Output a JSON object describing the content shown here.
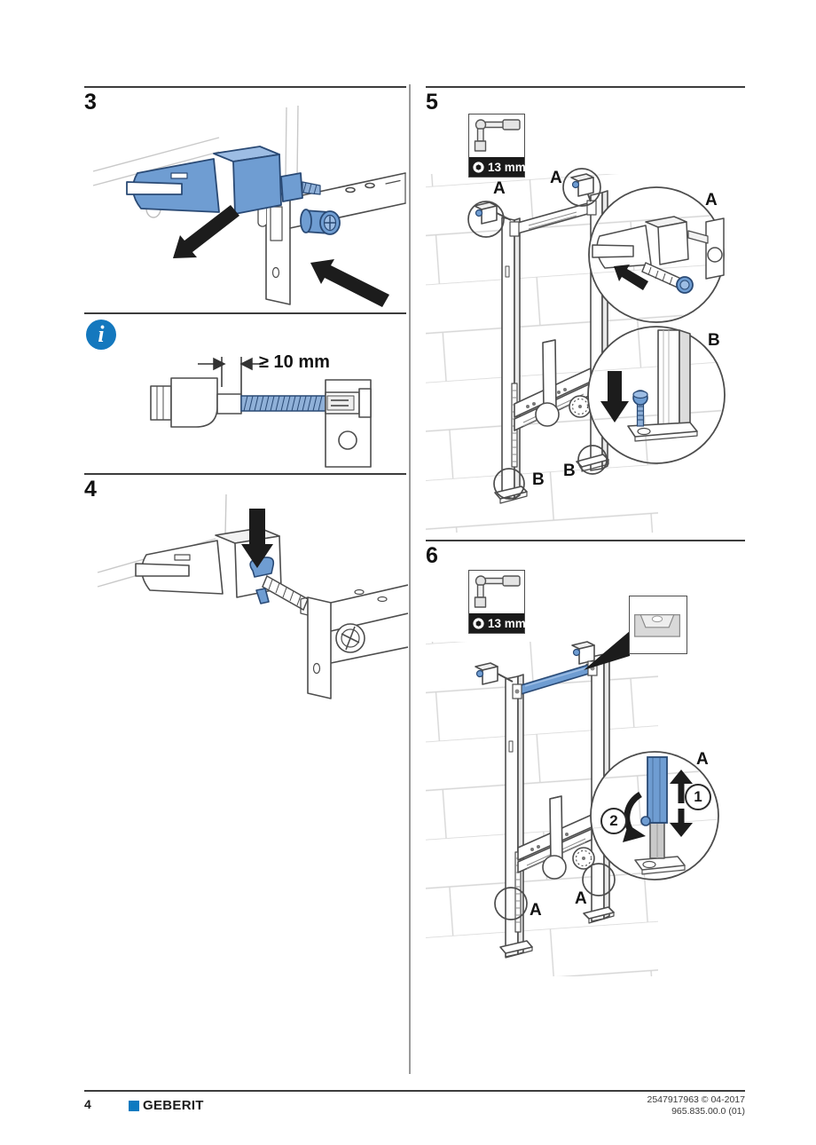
{
  "steps": {
    "step3": {
      "number": "3"
    },
    "step4": {
      "number": "4"
    },
    "step5": {
      "number": "5",
      "tool_size": "13 mm",
      "label_a": "A",
      "label_b": "B"
    },
    "step6": {
      "number": "6",
      "tool_size": "13 mm",
      "label_a": "A",
      "turn_step_1": "1",
      "turn_step_2": "2"
    }
  },
  "info_note": {
    "icon": "i",
    "dimension_label": "≥ 10 mm"
  },
  "footer": {
    "page_number": "4",
    "brand": "GEBERIT",
    "doc_code": "2547917963 © 04-2017",
    "doc_id": "965.835.00.0 (01)"
  },
  "colors": {
    "accent_blue": "#6f9dd2",
    "accent_blue_dark": "#2a4a75",
    "info_blue": "#1478be",
    "brand_blue": "#0e7ac0",
    "tool_bar_black": "#1a1a1a"
  }
}
